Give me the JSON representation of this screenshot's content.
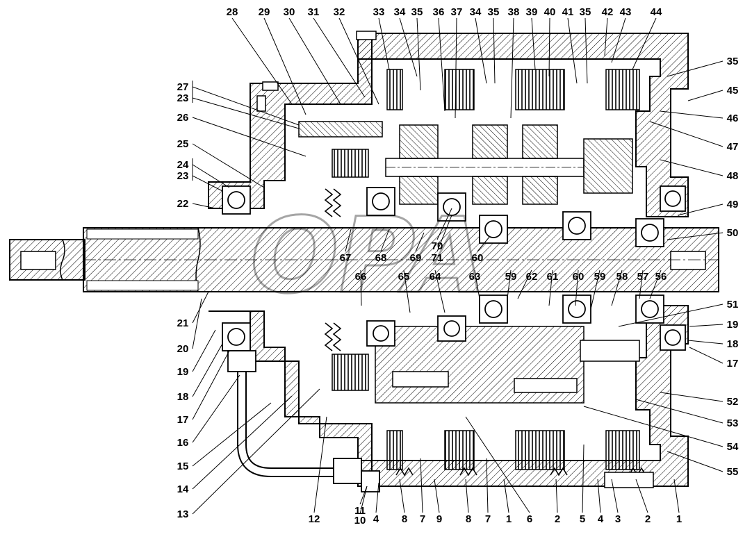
{
  "watermark": "OPA",
  "callouts": {
    "top": [
      "28",
      "29",
      "30",
      "31",
      "32",
      "33",
      "34",
      "35",
      "36",
      "37",
      "34",
      "35",
      "38",
      "39",
      "40",
      "41",
      "35",
      "42",
      "43",
      "44"
    ],
    "right": [
      "35",
      "45",
      "46",
      "47",
      "48",
      "49",
      "50",
      "51",
      "19",
      "18",
      "17",
      "52",
      "53",
      "54",
      "55"
    ],
    "left": [
      "27",
      "23",
      "26",
      "25",
      "24",
      "23",
      "22",
      "21",
      "20",
      "19",
      "18",
      "17",
      "16",
      "15",
      "14",
      "13"
    ],
    "bottom": [
      "12",
      "11",
      "10",
      "4",
      "8",
      "7",
      "9",
      "8",
      "7",
      "1",
      "6",
      "2",
      "5",
      "4",
      "3",
      "2",
      "1"
    ],
    "inner": [
      "67",
      "68",
      "69",
      "70",
      "71",
      "60",
      "66",
      "65",
      "64",
      "63",
      "59",
      "62",
      "61",
      "60",
      "59",
      "58",
      "57",
      "56"
    ]
  }
}
